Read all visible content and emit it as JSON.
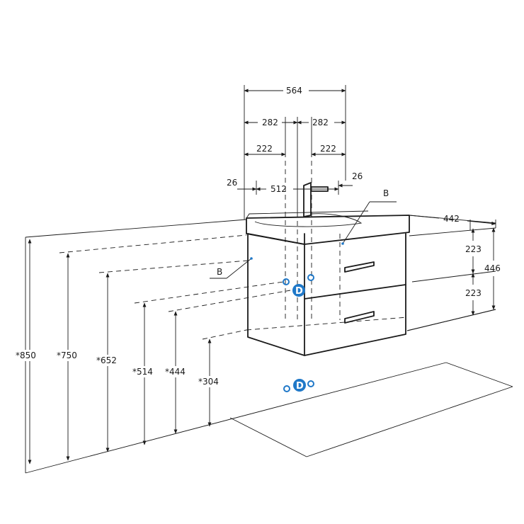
{
  "widths": {
    "total": "564",
    "half_left": "282",
    "half_right": "282",
    "mount_left": "222",
    "mount_right": "222",
    "inner": "512",
    "edge_left": "26",
    "edge_right": "26"
  },
  "depth": "442",
  "heights_right": {
    "upper_drawer": "223",
    "lower_drawer": "223",
    "total": "446"
  },
  "heights_left": [
    "*850",
    "*750",
    "*652",
    "*514",
    "*444",
    "*304"
  ],
  "labels": {
    "b_top": "B",
    "b_side": "B",
    "connector_upper": "D",
    "connector_lower": "D"
  },
  "colors": {
    "line": "#1a1a1a",
    "connector": "#1f78c8"
  }
}
